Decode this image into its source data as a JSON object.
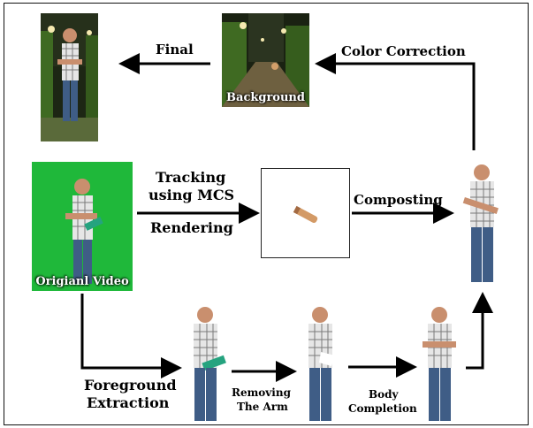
{
  "labels": {
    "final": "Final",
    "color_correction": "Color Correction",
    "tracking": "Tracking",
    "using_mcs": "using MCS",
    "rendering": "Rendering",
    "composting": "Composting",
    "foreground": "Foreground",
    "extraction": "Extraction",
    "removing": "Removing",
    "the_arm": "The Arm",
    "body": "Body",
    "completion": "Completion"
  },
  "captions": {
    "background": "Background",
    "original_video": "Origianl Video"
  },
  "colors": {
    "green_screen": "#1fb83a",
    "garden_dark": "#1d2614",
    "hedge": "#3f6a22",
    "shirt_check": "#e6e6e6",
    "jeans": "#3f5d86",
    "skin": "#c98f6e",
    "cast": "#25a37f"
  }
}
